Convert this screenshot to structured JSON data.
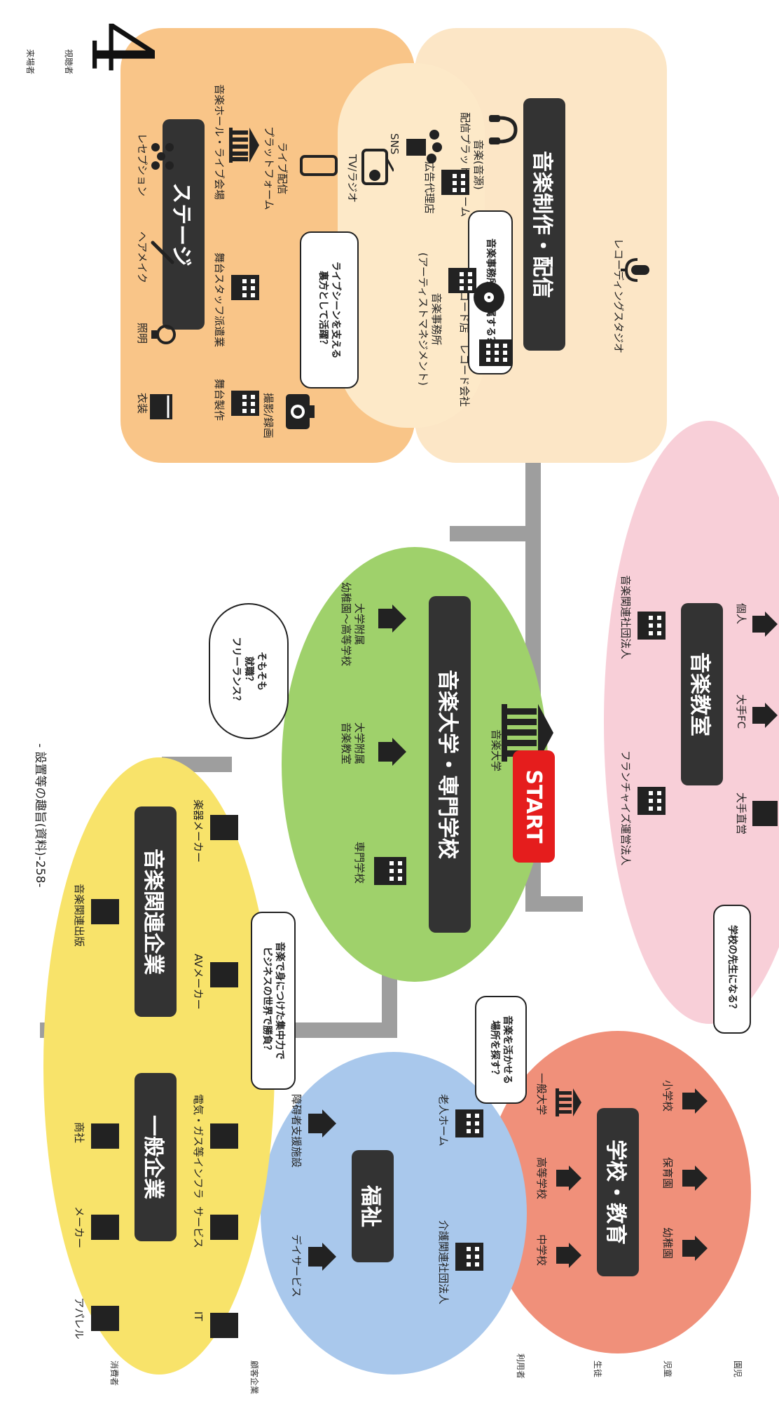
{
  "four": "4",
  "start": "START",
  "page_footer": "- 設置等の趣旨(資料)-258-",
  "colors": {
    "production": "#fce6c6",
    "stage": "#f9c588",
    "lesson": "#f8cfd8",
    "university": "#9fd16b",
    "school": "#f0907a",
    "welfare": "#a9c8ec",
    "company": "#f8e36a",
    "road": "#9e9e9e",
    "start": "#e51d1d"
  },
  "audience": {
    "viewers": "視聴者",
    "visitors": "来場者",
    "preschool": "園児",
    "pupils": "児童",
    "students": "生徒",
    "users": "利用者",
    "clients": "顧客企業",
    "consumers": "消費者"
  },
  "production": {
    "title": "音楽制作・配信",
    "recording_studio": "レコーディングスタジオ",
    "record_shop": "レコード店",
    "music_distribution": "音楽(音源)\n配信プラットフォーム",
    "sns": "SNS",
    "tv_radio": "TV/ラジオ",
    "record_company": "レコード会社",
    "bubble": "音楽事務所に所属する？"
  },
  "shared": {
    "agency": "音楽事務所\n(アーティストマネジメント)",
    "ad_agency": "広告代理店"
  },
  "stage": {
    "title": "ステージ",
    "photo_video": "撮影/録画",
    "live_platform": "ライブ配信\nプラットフォーム",
    "stage_production": "舞台製作",
    "stage_staff": "舞台スタッフ派遣業",
    "music_hall": "音楽ホール・ライブ会場",
    "costume": "衣装",
    "lighting": "照明",
    "hair_makeup": "ヘアメイク",
    "reception": "レセプション",
    "bubble": "ライブシーンを支える\n裏方として活躍？"
  },
  "lesson": {
    "title": "音楽教室",
    "major_direct": "大手直営",
    "major_fc": "大手FC",
    "individual": "個人",
    "franchise_corp": "フランチャイズ運営法人",
    "music_corp": "音楽関連社団法人"
  },
  "university": {
    "title": "音楽大学・専門学校",
    "music_univ": "音楽大学",
    "vocational": "専門学校",
    "univ_lesson": "大学附属\n音楽教室",
    "univ_schools": "大学附属\n幼稚園〜高等学校"
  },
  "school": {
    "title": "学校・教育",
    "kindergarten": "幼稚園",
    "nursery": "保育園",
    "elementary": "小学校",
    "junior_high": "中学校",
    "high_school": "高等学校",
    "university": "一般大学",
    "bubble": "学校の先生になる？"
  },
  "welfare": {
    "title": "福祉",
    "care_corp": "介護関連社団法人",
    "nursing_home": "老人ホーム",
    "day_service": "デイサービス",
    "disability": "障碍者支援施設",
    "bubble": "音楽を活かせる\n場所を探す？"
  },
  "company": {
    "general_title": "一般企業",
    "music_title": "音楽関連企業",
    "it": "IT",
    "service": "サービス",
    "utilities": "電気・ガス等インフラ",
    "apparel": "アパレル",
    "maker": "メーカー",
    "trading": "商社",
    "av_maker": "AVメーカー",
    "instrument_maker": "楽器メーカー",
    "music_publisher": "音楽関連出版",
    "bubble": "音楽で身につけた集中力で\nビジネスの世界で勝負？"
  },
  "freelance_bubble": "そもそも\n就職？\nフリーランス？"
}
